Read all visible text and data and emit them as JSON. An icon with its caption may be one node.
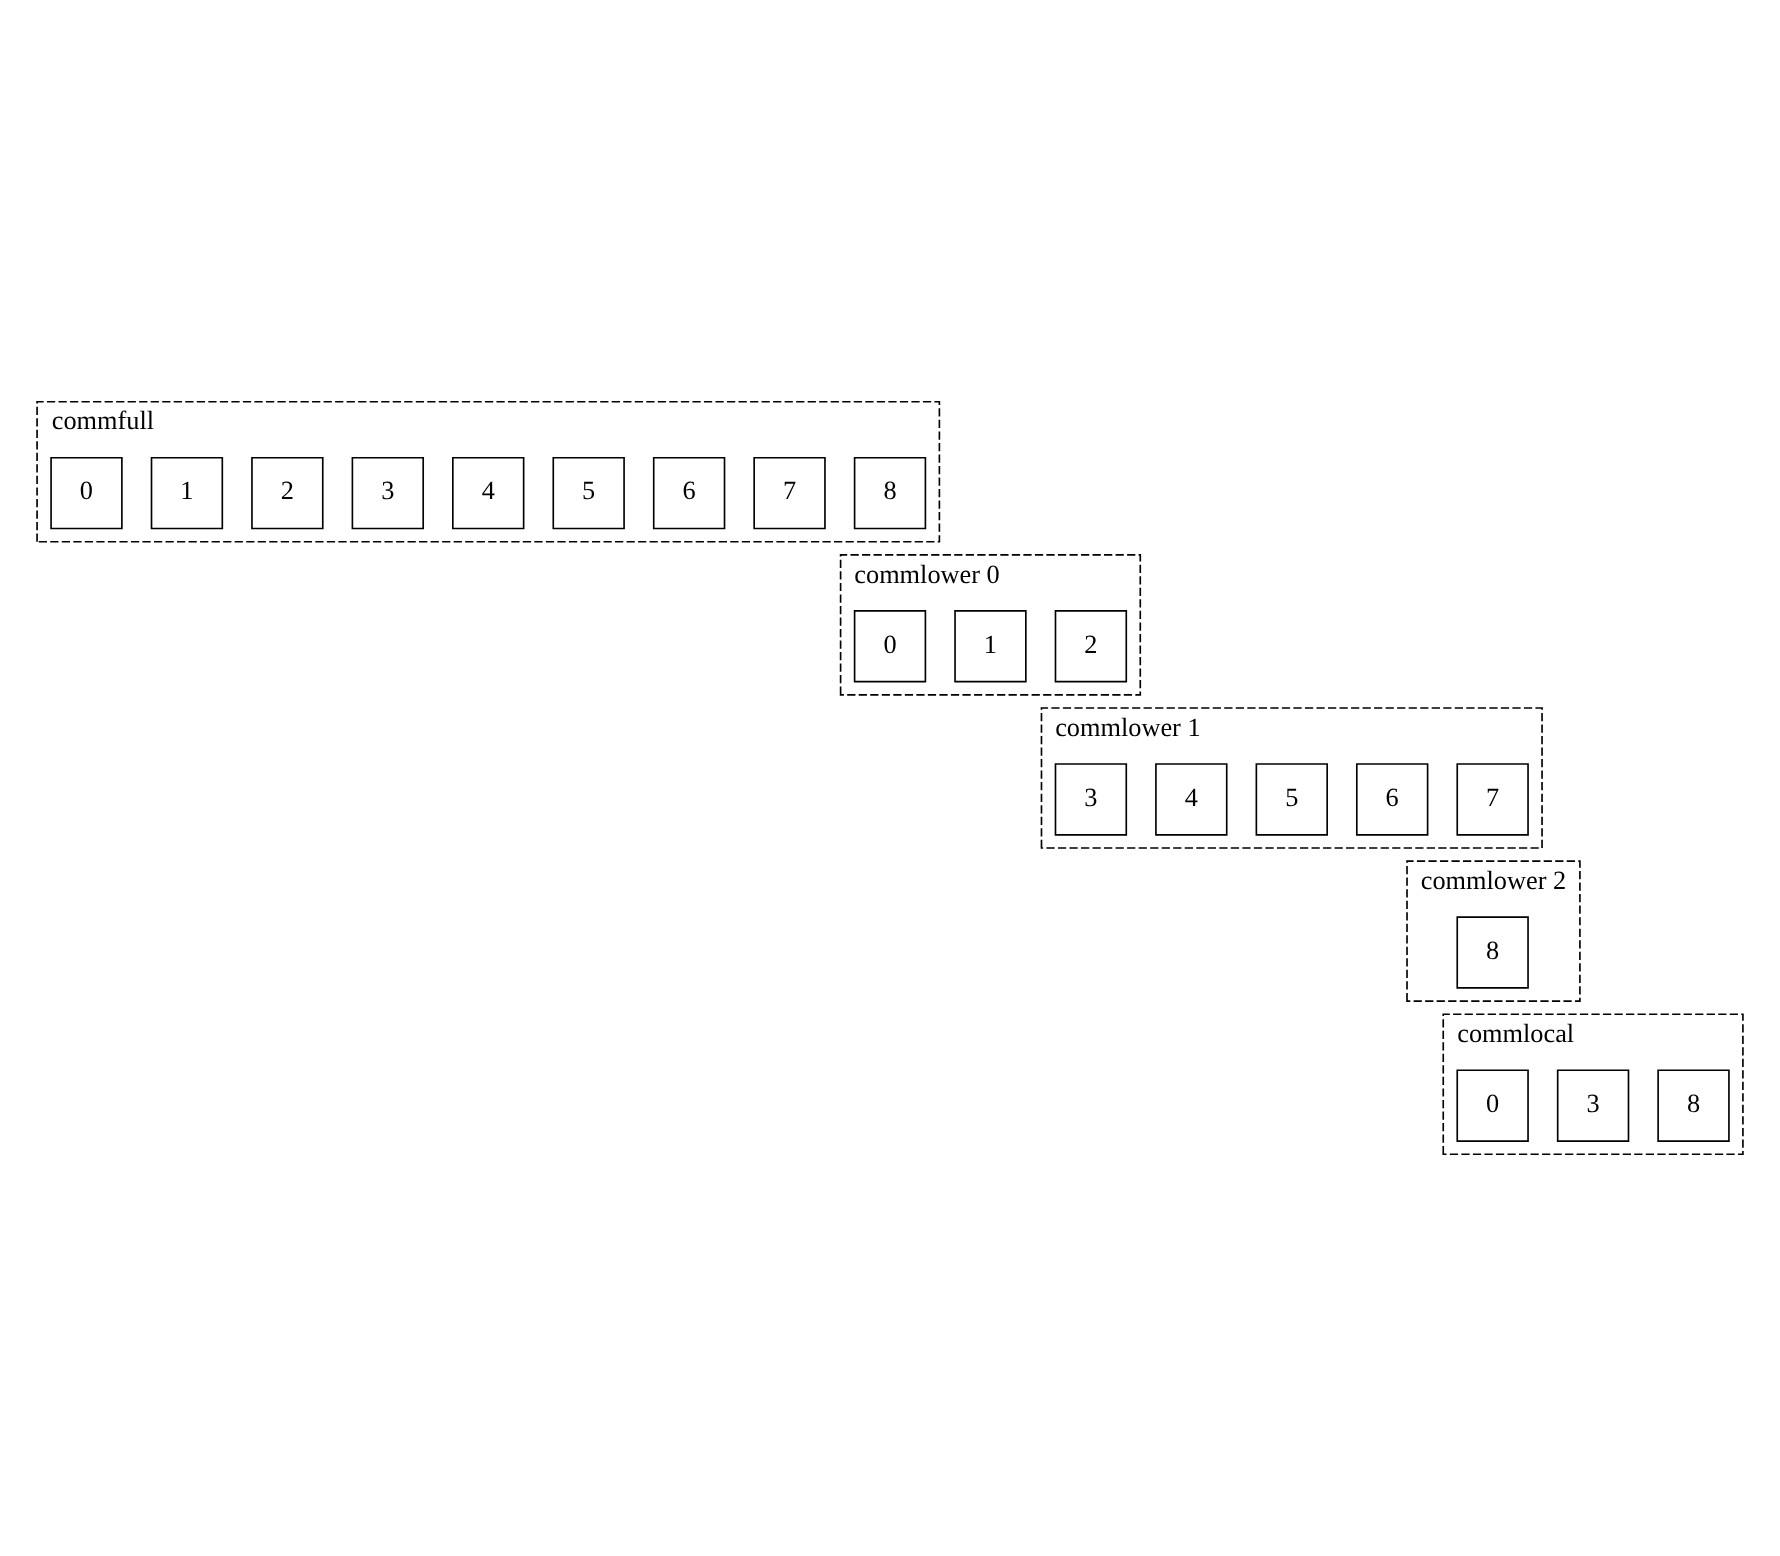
{
  "diagram": {
    "nodes": [
      {
        "text": [
          "commfull"
        ]
      },
      {
        "text": [
          "0"
        ],
        "in": 0
      },
      {
        "text": [
          "1"
        ],
        "in": 0
      },
      {
        "text": [
          "2"
        ],
        "in": 0
      },
      {
        "text": [
          "3"
        ],
        "in": 0
      },
      {
        "text": [
          "4"
        ],
        "in": 0
      },
      {
        "text": [
          "5"
        ],
        "in": 0
      },
      {
        "text": [
          "6"
        ],
        "in": 0
      },
      {
        "text": [
          "7"
        ],
        "in": 0
      },
      {
        "text": [
          "8"
        ],
        "in": 0
      },
      {
        "text": [
          "commlower 0"
        ]
      },
      {
        "text": [
          "0"
        ],
        "in": 10
      },
      {
        "text": [
          "1"
        ],
        "in": 10
      },
      {
        "text": [
          "2"
        ],
        "in": 10
      },
      {
        "text": [
          "commlower 1"
        ]
      },
      {
        "text": [
          "3"
        ],
        "in": 14
      },
      {
        "text": [
          "4"
        ],
        "in": 14
      },
      {
        "text": [
          "5"
        ],
        "in": 14
      },
      {
        "text": [
          "6"
        ],
        "in": 14
      },
      {
        "text": [
          "7"
        ],
        "in": 14
      },
      {
        "text": [
          "commlower 2"
        ]
      },
      {
        "text": [
          "8"
        ],
        "in": 20
      },
      {
        "text": [
          "commlocal"
        ]
      },
      {
        "text": [
          "0"
        ],
        "in": 22
      },
      {
        "text": [
          "3"
        ],
        "in": 22
      },
      {
        "text": [
          "8"
        ],
        "in": 22
      }
    ],
    "edges": []
  }
}
